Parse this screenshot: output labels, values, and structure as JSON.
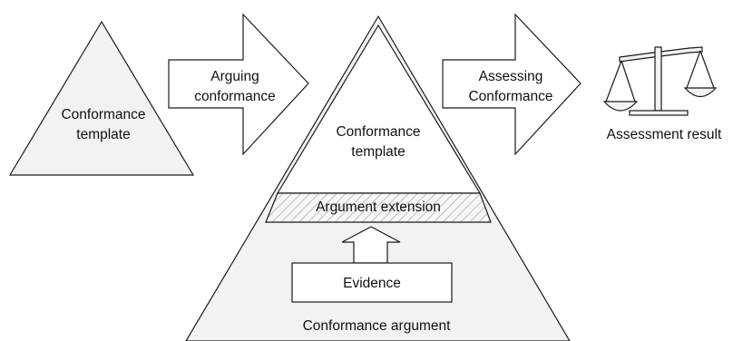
{
  "template_left": {
    "label_line1": "Conformance",
    "label_line2": "template"
  },
  "arrow_arguing": {
    "label_line1": "Arguing",
    "label_line2": "conformance"
  },
  "argument": {
    "template_line1": "Conformance",
    "template_line2": "template",
    "extension_label": "Argument extension",
    "evidence_label": "Evidence",
    "argument_label": "Conformance argument"
  },
  "arrow_assessing": {
    "label_line1": "Assessing",
    "label_line2": "Conformance"
  },
  "result": {
    "label": "Assessment result"
  },
  "colors": {
    "shape_fill": "#f2f2f2",
    "stroke": "#1a1a1a",
    "hatch": "#a0a0a0",
    "background": "#ffffff"
  }
}
